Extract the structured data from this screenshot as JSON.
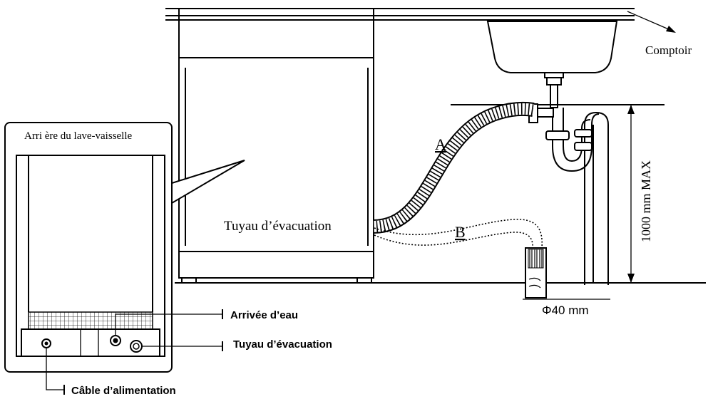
{
  "labels": {
    "countertop": "Comptoir",
    "back_title": "Arri ère du lave-vaisselle",
    "drain_hose_center": "Tuyau d’évacuation",
    "hose_a": "A",
    "hose_b": "B",
    "height_max": "1000 mm MAX",
    "diameter": "Φ40 mm",
    "water_inlet": "Arrivée d’eau",
    "drain_hose_side": "Tuyau d’évacuation",
    "power_cable": "Câble d’alimentation"
  },
  "colors": {
    "line": "#000000",
    "background": "#ffffff"
  }
}
